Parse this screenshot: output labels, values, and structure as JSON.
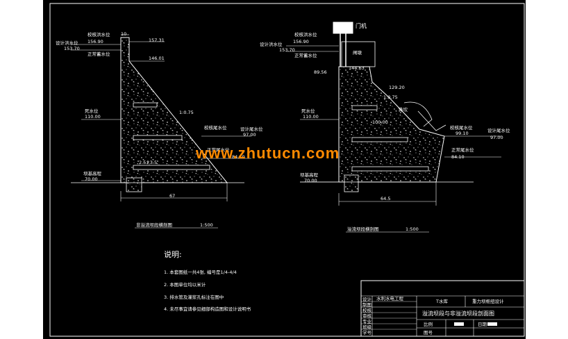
{
  "watermark": "www.zhutucn.com",
  "left_section": {
    "title": "非溢流坝段横剖图",
    "scale": "1:500",
    "crest_width": "10",
    "base_width": "67",
    "slope": "1:0.75",
    "elevations": {
      "crest": "157.31",
      "normal_pool": "146.01",
      "check_flood_label": "校核洪水位",
      "check_flood_value": "156.90",
      "design_flood_label": "设计洪水位",
      "design_flood_value": "153.70",
      "normal_pool_label": "正常蓄水位",
      "dead_label": "死水位",
      "dead_value": "110.00",
      "check_tail_label": "校核尾水位",
      "check_tail_value": "",
      "design_tail_label": "设计尾水位",
      "design_tail_value": "97.00",
      "normal_tail_label": "正常尾水位",
      "normal_tail_value": "84.10",
      "foundation_label": "坝基高程",
      "foundation_value": "70.00"
    },
    "gallery": "2.5×3.5"
  },
  "right_section": {
    "title": "溢流坝段横剖图",
    "scale": "1:500",
    "base_width": "64.5",
    "gate_label": "门机",
    "pier_label": "闸墩",
    "slope": "1:0.75",
    "bucket_label": "鼻坎",
    "elevations": {
      "check_flood_label": "校核洪水位",
      "check_flood_value": "156.90",
      "design_flood_label": "设计洪水位",
      "design_flood_value": "153.70",
      "normal_pool_label": "正常蓄水位",
      "sill": "144.63",
      "sill_left": "89.56",
      "crest_curve": "129.20",
      "dead_label": "死水位",
      "dead_value": "110.00",
      "bucket": "100.00",
      "check_tail_label": "校核尾水位",
      "check_tail_value": "99.10",
      "design_tail_label": "设计尾水位",
      "design_tail_value": "97.00",
      "normal_tail_label": "正常尾水位",
      "normal_tail_value": "84.10",
      "foundation_label": "坝基高程",
      "foundation_value": "70.00"
    }
  },
  "notes": {
    "heading": "说明:",
    "items": [
      "1. 本套图纸一共4张, 编号是1/4-4/4",
      "2. 本图单位均以米计",
      "3. 排水管及灌浆孔标注在图中",
      "4. 未尽事宜请参见细部构造图和设计说明书"
    ]
  },
  "title_block": {
    "school": "水利水电工程",
    "project": "T水库",
    "design_name": "重力坝枢纽设计",
    "drawing_title": "溢流坝段与非溢流坝段剖面图",
    "rows": [
      "设计",
      "制图",
      "校核",
      "审核",
      "专业",
      "班级",
      "学号"
    ],
    "scale_label": "比例",
    "date_label": "日期",
    "sheet_label": "图号"
  }
}
